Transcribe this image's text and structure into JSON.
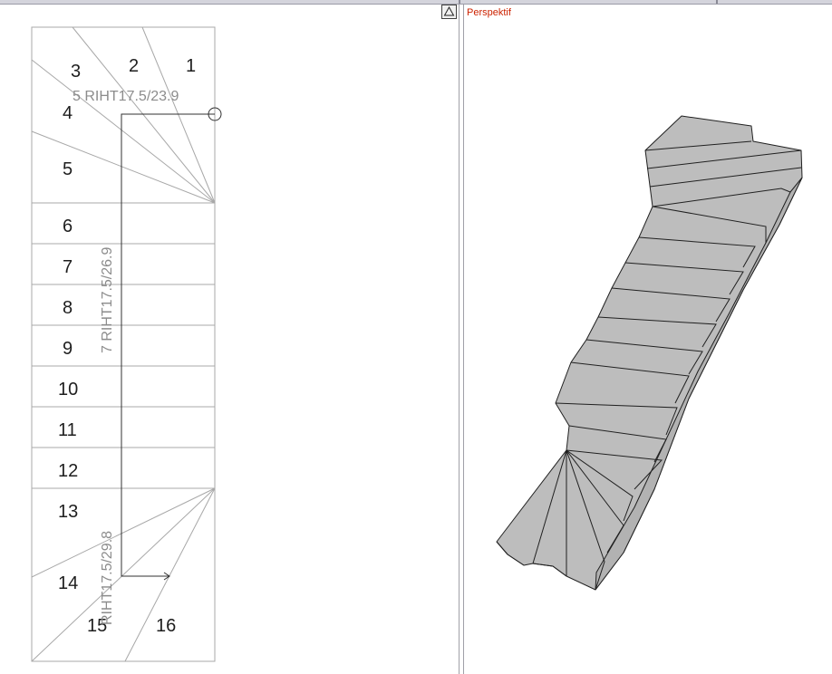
{
  "plan_view": {
    "step_numbers": [
      "1",
      "2",
      "3",
      "4",
      "5",
      "6",
      "7",
      "8",
      "9",
      "10",
      "11",
      "12",
      "13",
      "14",
      "15",
      "16"
    ],
    "run_labels": [
      "5 RIHT17.5/23.9",
      "7 RIHT17.5/26.9",
      "RIHT17.5/29.8"
    ]
  },
  "perspective_view": {
    "title": "Perspektif"
  },
  "colors": {
    "plan_lines": "#a8a8a8",
    "walk_line": "#303030",
    "step_text": "#1e1e1e",
    "run_label": "#8c8c8c",
    "perspective_title": "#cc2200",
    "stair_fill": "#bdbdbd",
    "stair_stroke": "#202020"
  },
  "icons": {
    "maximize": "triangle-up-icon",
    "walk_line_start": "circle-marker-icon",
    "walk_line_end": "arrow-right-icon"
  }
}
